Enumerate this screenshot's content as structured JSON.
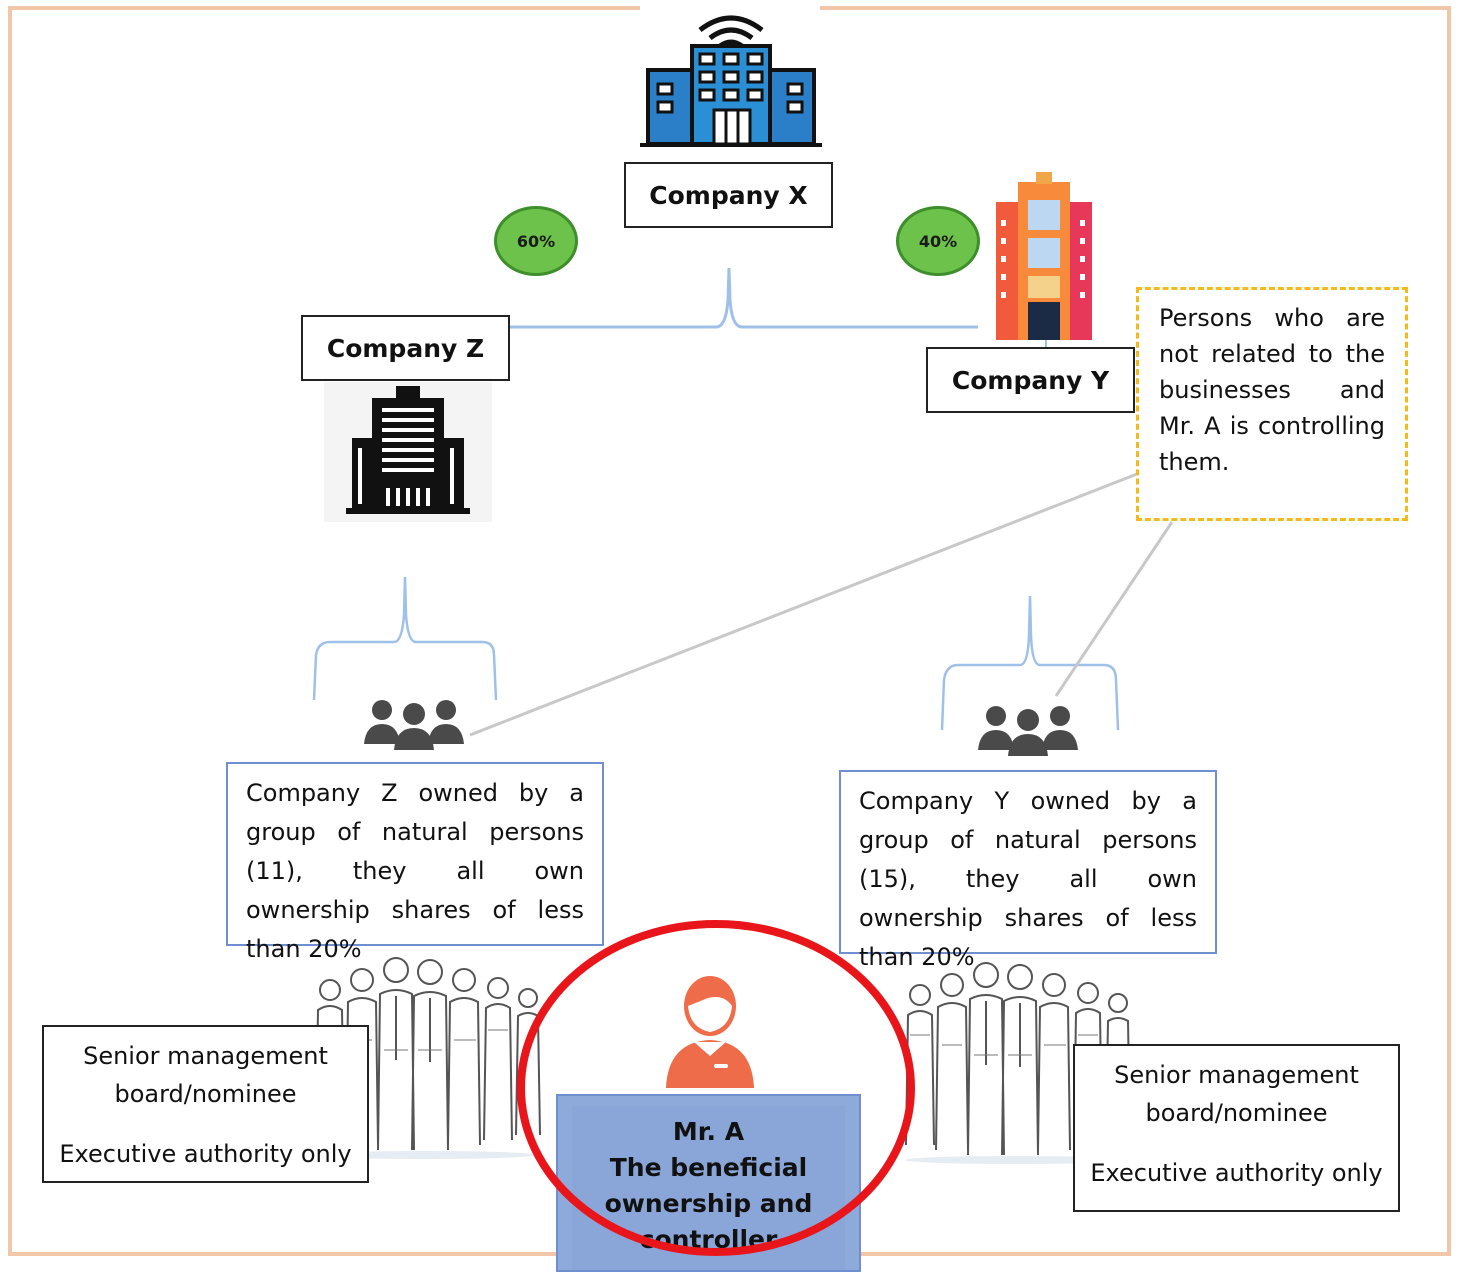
{
  "company_x": {
    "label": "Company X"
  },
  "company_z": {
    "label": "Company Z"
  },
  "company_y": {
    "label": "Company Y"
  },
  "ownership": {
    "z_percent": "60%",
    "y_percent": "40%"
  },
  "note_box": {
    "text": "Persons who are not related to the businesses and Mr. A is controlling them."
  },
  "z_group": {
    "text": "Company Z owned by a group of natural persons (11), they all own ownership shares of less than 20%"
  },
  "y_group": {
    "text": "Company Y owned by a group of natural persons (15), they all own ownership shares of less than 20%"
  },
  "mgmt_left": {
    "line1": "Senior management",
    "line2": "board/nominee",
    "line3": "Executive authority only"
  },
  "mgmt_right": {
    "line1": "Senior management",
    "line2": "board/nominee",
    "line3": "Executive authority only"
  },
  "mr_a": {
    "line1": "Mr. A",
    "line2": "The beneficial",
    "line3": "ownership and",
    "line4": "controller"
  },
  "colors": {
    "frame": "#f2c6a8",
    "highlight_ring": "#e8161b",
    "note_border": "#f2bb1b",
    "percent_badge": "#6cc24a",
    "mr_a_box": "#8eaadb"
  },
  "icons": [
    "building-wifi-icon",
    "office-tower-icon",
    "skyscraper-icon",
    "people-group-icon",
    "crowd-sketch-icon",
    "person-avatar-icon"
  ]
}
